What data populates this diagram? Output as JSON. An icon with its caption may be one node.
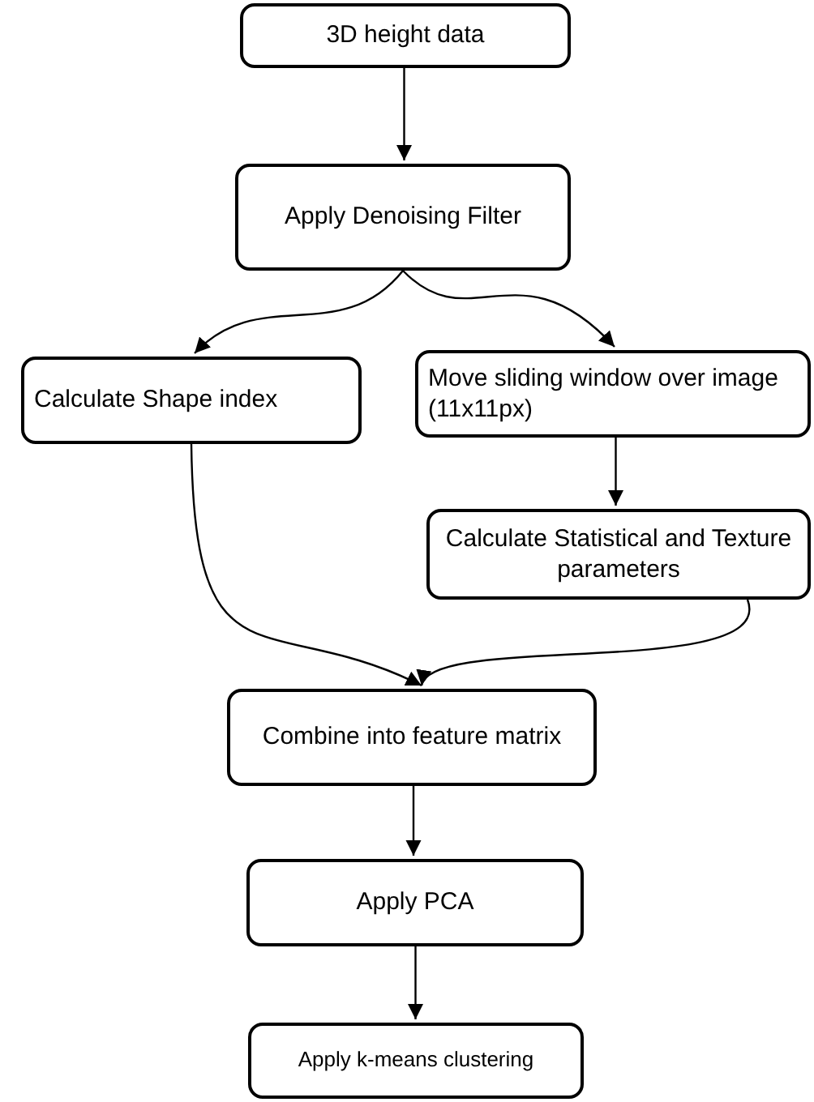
{
  "diagram": {
    "nodes": [
      {
        "text": [
          "3D height data"
        ]
      },
      {
        "text": [
          "Apply Denoising Filter"
        ]
      },
      {
        "text": [
          "Calculate Shape index"
        ]
      },
      {
        "text": [
          "Move sliding window over image (11x11px)"
        ]
      },
      {
        "text": [
          "Calculate Statistical and Texture parameters"
        ]
      },
      {
        "text": [
          "Combine into feature matrix"
        ]
      },
      {
        "text": [
          "Apply PCA"
        ]
      },
      {
        "text": [
          "Apply k-means clustering"
        ]
      }
    ],
    "edges": [
      {
        "from": 0,
        "to": 1,
        "arrow": "to"
      },
      {
        "from": 1,
        "to": 2,
        "arrow": "to"
      },
      {
        "from": 1,
        "to": 3,
        "arrow": "to"
      },
      {
        "from": 3,
        "to": 4,
        "arrow": "to"
      },
      {
        "from": 2,
        "to": 5,
        "arrow": "to"
      },
      {
        "from": 4,
        "to": 5,
        "arrow": "to"
      },
      {
        "from": 5,
        "to": 6,
        "arrow": "to"
      },
      {
        "from": 6,
        "to": 7,
        "arrow": "to"
      }
    ]
  }
}
